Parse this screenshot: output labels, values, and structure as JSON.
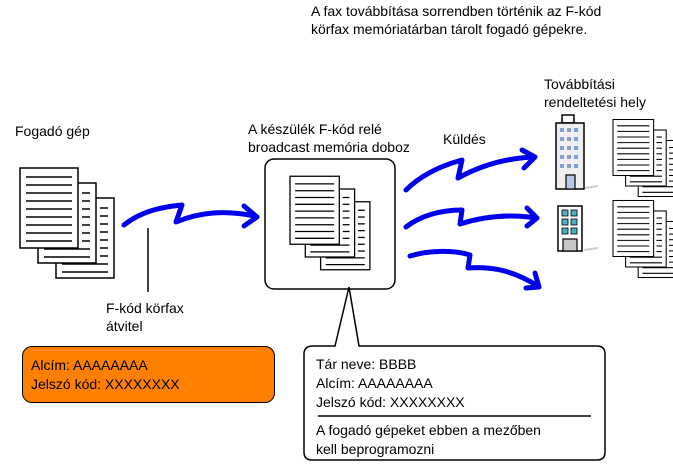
{
  "header": {
    "description_line1": "A fax továbbítása sorrendben történik az F-kód",
    "description_line2": "körfax memóriatárban tárolt fogadó gépekre."
  },
  "labels": {
    "receiving_machine": "Fogadó gép",
    "relay_box_line1": "A készülék F-kód relé",
    "relay_box_line2": "broadcast memória doboz",
    "sending": "Küldés",
    "destination_line1": "Továbbítási",
    "destination_line2": "rendeltetési hely",
    "transmission_line1": "F-kód körfax",
    "transmission_line2": "átvitel"
  },
  "orange_box": {
    "subaddress": "Alcím: AAAAAAAA",
    "passcode": "Jelszó kód: XXXXXXXX"
  },
  "callout": {
    "box_name": "Tár neve: BBBB",
    "subaddress": "Alcím: AAAAAAAA",
    "passcode": "Jelszó kód: XXXXXXXX",
    "note_line1": "A fogadó gépeket ebben a mezőben",
    "note_line2": "kell beprogramozni"
  },
  "colors": {
    "arrow": "#0000ee",
    "highlight_box": "#ff8000",
    "building_window_blue": "#7f9fd8",
    "building_window_teal": "#4ab0c8"
  }
}
